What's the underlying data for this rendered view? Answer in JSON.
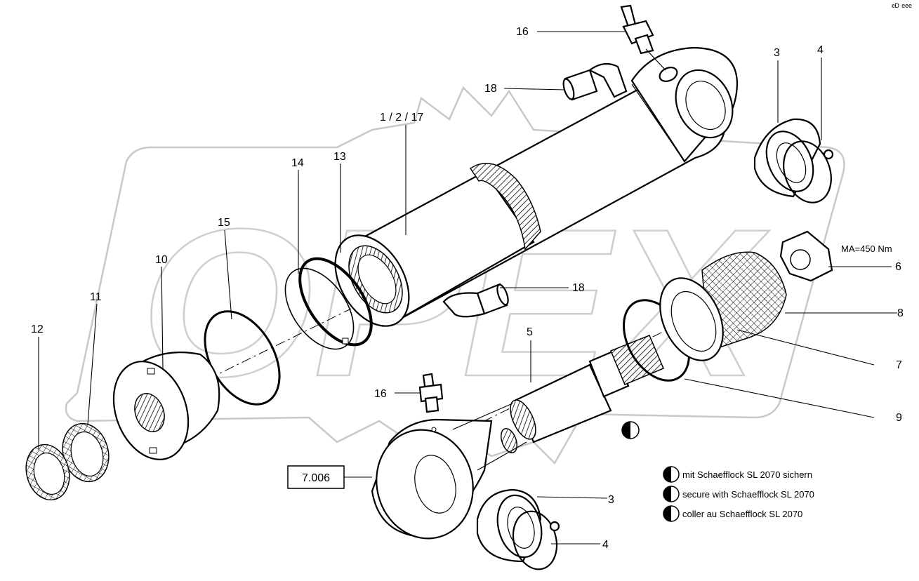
{
  "watermark": {
    "text": "OPEX"
  },
  "header": {
    "corner_mark": "ᵉᴰ ᵉᵉᵉ"
  },
  "callouts": {
    "p16_top": "16",
    "p18_top": "18",
    "p1_2_17": "1 / 2 / 17",
    "p3_top": "3",
    "p4_top": "4",
    "p14": "14",
    "p13": "13",
    "p15": "15",
    "p10": "10",
    "p11": "11",
    "p12": "12",
    "p18_mid": "18",
    "p5": "5",
    "p6": "6",
    "p8": "8",
    "p7": "7",
    "p9": "9",
    "p16_bottom": "16",
    "p3_bottom": "3",
    "p4_bottom": "4"
  },
  "torque_note": "MA=450 Nm",
  "reference_box": "7.006",
  "legend": [
    {
      "text": "mit Schaefflock SL 2070 sichern"
    },
    {
      "text": "secure with Schaefflock SL 2070"
    },
    {
      "text": "coller au Schaefflock SL 2070"
    }
  ]
}
